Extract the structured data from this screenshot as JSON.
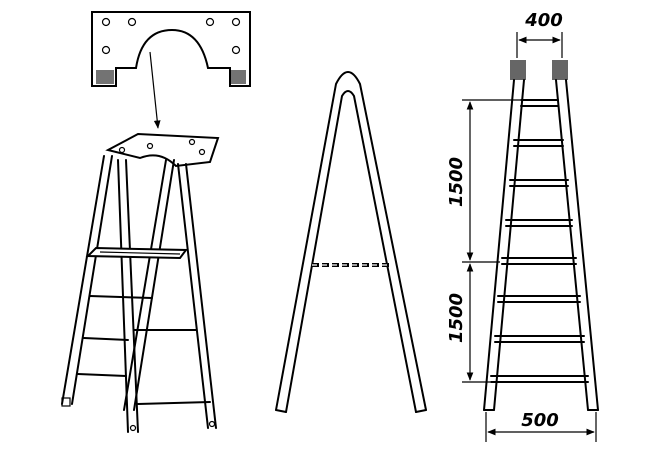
{
  "figure": {
    "type": "technical drawing",
    "views": [
      "platform-plate-detail",
      "stepladder-perspective",
      "stepladder-side",
      "stepladder-front"
    ]
  },
  "dimensions": {
    "top_width": "400",
    "upper_height": "1500",
    "lower_height": "1500",
    "bottom_width": "500"
  }
}
